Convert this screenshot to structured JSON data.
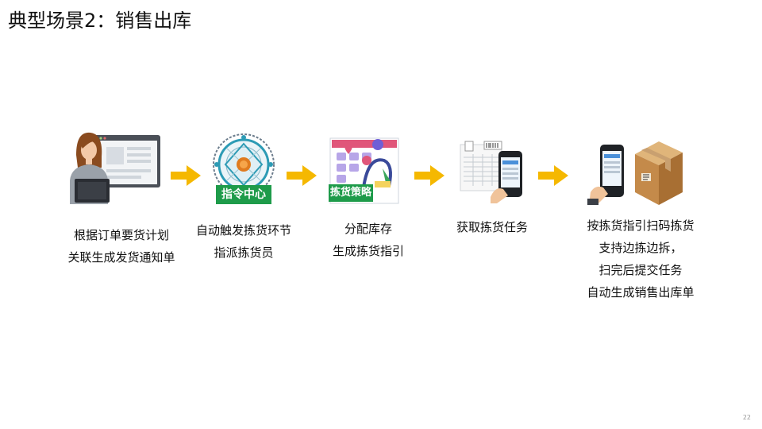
{
  "title": "典型场景2：销售出库",
  "steps": [
    {
      "icon": "person-laptop-icon",
      "lines": [
        "根据订单要货计划",
        "关联生成发货通知单"
      ]
    },
    {
      "icon": "command-center-icon",
      "badge": "指令中心",
      "lines": [
        "自动触发拣货环节",
        "指派拣货员"
      ]
    },
    {
      "icon": "picking-strategy-icon",
      "badge": "拣货策略",
      "lines": [
        "分配库存",
        "生成拣货指引"
      ]
    },
    {
      "icon": "handheld-scanner-icon",
      "lines": [
        "获取拣货任务"
      ]
    },
    {
      "icon": "scan-package-icon",
      "lines": [
        "按拣货指引扫码拣货",
        "支持边拣边拆，",
        "扫完后提交任务",
        "自动生成销售出库单"
      ]
    }
  ],
  "colors": {
    "arrow": "#f5b800",
    "badge_green": "#1e9b4a"
  },
  "page_number": "22"
}
